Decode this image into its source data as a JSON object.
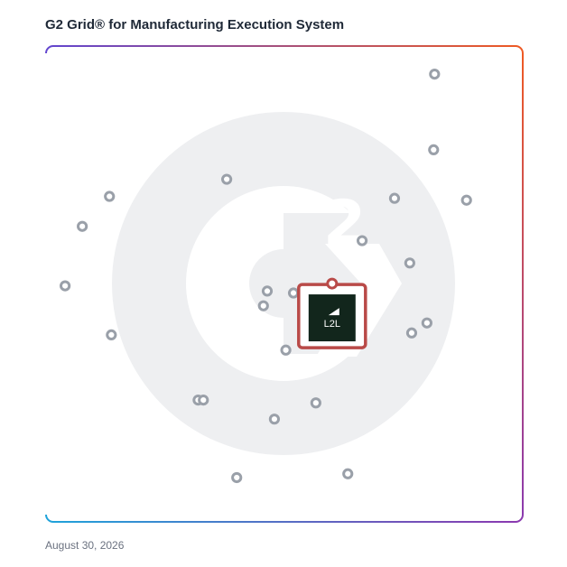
{
  "title": "G2 Grid® for Manufacturing Execution System",
  "footer_date": "August 30, 2026",
  "colors": {
    "frame_gradient": [
      "#6b4fd0",
      "#e8552a",
      "#8c3fb3",
      "#1e9bd7"
    ],
    "quadrant_lines": "#8a5fc0",
    "watermark": "#eeeff1",
    "point_ring": "#9aa0a9",
    "highlight_border": "#b94a48",
    "logo_bg": "#12261c"
  },
  "chart_data": {
    "type": "scatter",
    "title": "G2 Grid® for Manufacturing Execution System",
    "xlabel": "",
    "ylabel": "",
    "xlim": [
      0,
      100
    ],
    "ylim": [
      0,
      100
    ],
    "grid": "quadrants",
    "highlighted": {
      "label": "L2L",
      "x": 60.0,
      "y": 44.2,
      "icon": "l2l-logo"
    },
    "points": [
      {
        "x": 81.5,
        "y": 94.1
      },
      {
        "x": 81.3,
        "y": 78.2
      },
      {
        "x": 73.1,
        "y": 68.0
      },
      {
        "x": 88.2,
        "y": 67.6
      },
      {
        "x": 66.3,
        "y": 59.1
      },
      {
        "x": 76.3,
        "y": 54.4
      },
      {
        "x": 37.9,
        "y": 72.0
      },
      {
        "x": 13.3,
        "y": 68.4
      },
      {
        "x": 7.6,
        "y": 62.1
      },
      {
        "x": 4.0,
        "y": 49.6
      },
      {
        "x": 46.4,
        "y": 48.5
      },
      {
        "x": 51.9,
        "y": 48.1
      },
      {
        "x": 45.6,
        "y": 45.4
      },
      {
        "x": 79.9,
        "y": 41.8
      },
      {
        "x": 76.7,
        "y": 39.7
      },
      {
        "x": 13.7,
        "y": 39.3
      },
      {
        "x": 50.3,
        "y": 36.1
      },
      {
        "x": 31.9,
        "y": 25.6
      },
      {
        "x": 33.0,
        "y": 25.6
      },
      {
        "x": 56.6,
        "y": 25.0
      },
      {
        "x": 47.9,
        "y": 21.6
      },
      {
        "x": 63.3,
        "y": 10.1
      },
      {
        "x": 40.0,
        "y": 9.3
      }
    ]
  }
}
